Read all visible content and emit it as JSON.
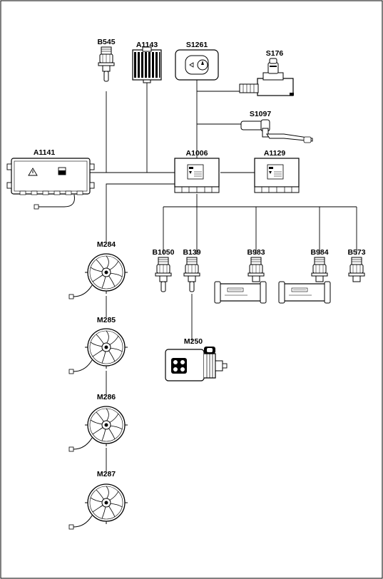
{
  "components": {
    "B545": {
      "label": "B545"
    },
    "A1143": {
      "label": "A1143"
    },
    "S1261": {
      "label": "S1261"
    },
    "S176": {
      "label": "S176"
    },
    "S1097": {
      "label": "S1097"
    },
    "A1141": {
      "label": "A1141"
    },
    "A1006": {
      "label": "A1006"
    },
    "A1129": {
      "label": "A1129"
    },
    "M284": {
      "label": "M284"
    },
    "M285": {
      "label": "M285"
    },
    "M286": {
      "label": "M286"
    },
    "M287": {
      "label": "M287"
    },
    "B1050": {
      "label": "B1050"
    },
    "B139": {
      "label": "B139"
    },
    "B983": {
      "label": "B983"
    },
    "B984": {
      "label": "B984"
    },
    "B573": {
      "label": "B573"
    },
    "M250": {
      "label": "M250"
    }
  },
  "icons": {
    "warning": "warning-triangle-icon",
    "sensor": "pressure-sensor-icon",
    "fan": "cooling-fan-icon",
    "module": "control-module-icon",
    "switch": "switch-icon",
    "pump": "pump-motor-icon"
  }
}
